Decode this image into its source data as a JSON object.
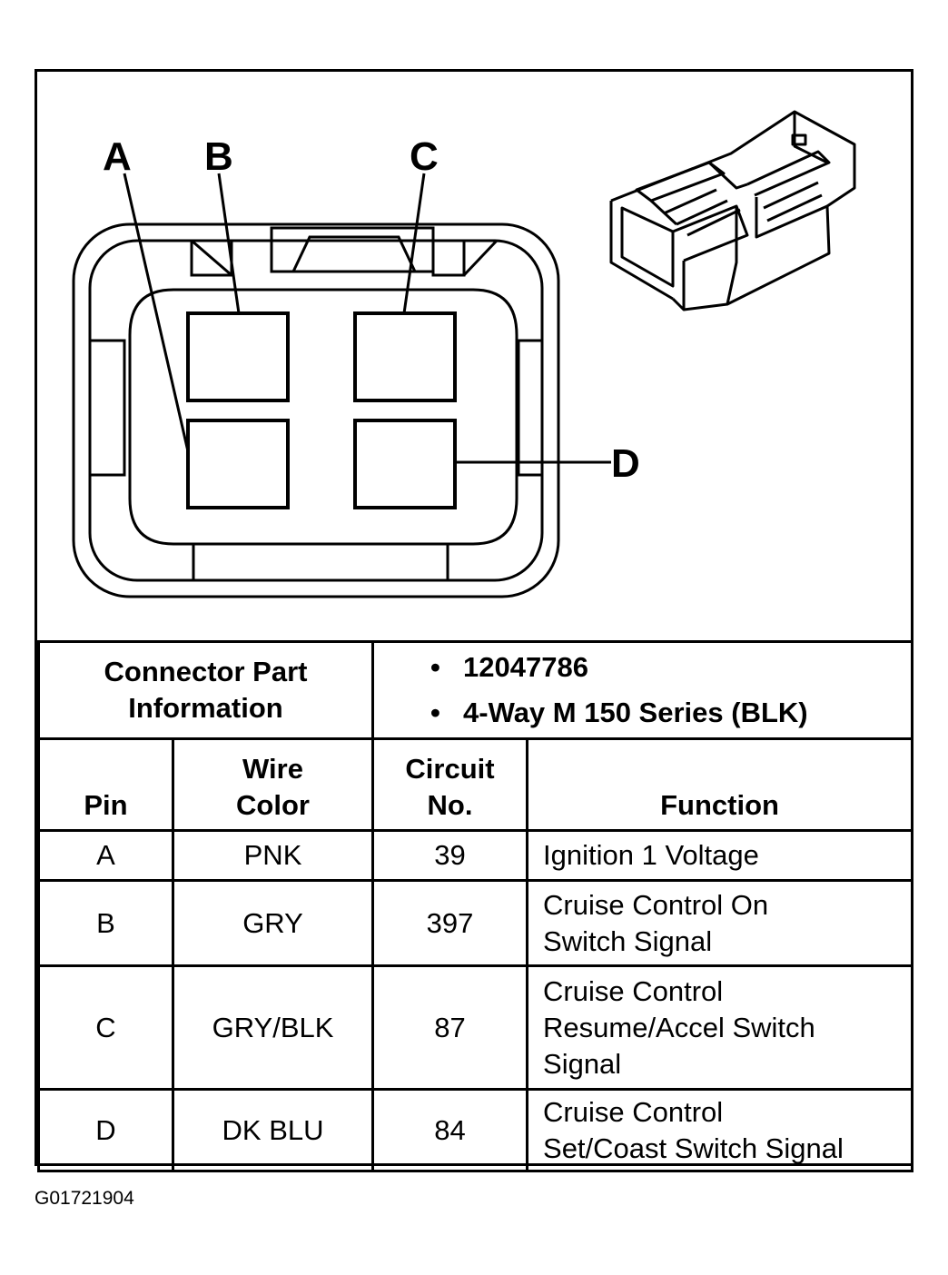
{
  "diagram": {
    "pin_labels": [
      "A",
      "B",
      "C",
      "D"
    ]
  },
  "connector_info": {
    "label": "Connector Part Information",
    "items": [
      "12047786",
      "4-Way M 150 Series (BLK)"
    ]
  },
  "table": {
    "headers": [
      "Pin",
      "Wire Color",
      "Circuit No.",
      "Function"
    ],
    "rows": [
      {
        "pin": "A",
        "wire_color": "PNK",
        "circuit": "39",
        "function": "Ignition 1 Voltage"
      },
      {
        "pin": "B",
        "wire_color": "GRY",
        "circuit": "397",
        "function": "Cruise Control On\nSwitch Signal"
      },
      {
        "pin": "C",
        "wire_color": "GRY/BLK",
        "circuit": "87",
        "function": "Cruise Control\nResume/Accel Switch\nSignal"
      },
      {
        "pin": "D",
        "wire_color": "DK BLU",
        "circuit": "84",
        "function": "Cruise Control\nSet/Coast Switch Signal"
      }
    ]
  },
  "figure_id": "G01721904"
}
